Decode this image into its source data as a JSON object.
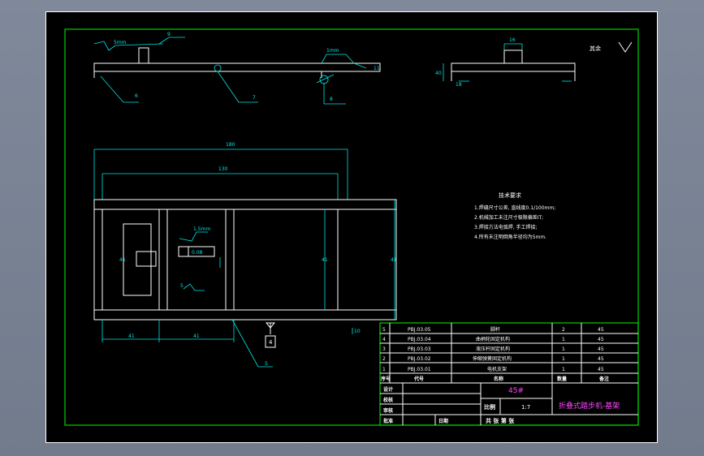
{
  "drawing": {
    "surface_note": "其余",
    "title_block": {
      "material": "45#",
      "designer_label": "设计",
      "checker_label": "校核",
      "reviewer_label": "审核",
      "approver_label": "批准",
      "date_label": "日期",
      "scale_label": "比例",
      "scale_value": "1:7",
      "sheet_label": "共  张  第  张",
      "drawing_title": "折叠式踏步机-基架"
    },
    "parts_list": {
      "headers": [
        "序号",
        "代号",
        "名称",
        "数量",
        "备注"
      ],
      "rows": [
        {
          "no": "5",
          "code": "PBJ.03.05",
          "name": "脚杆",
          "qty": "2",
          "note": "45"
        },
        {
          "no": "4",
          "code": "PBJ.03.04",
          "name": "曲柄轮固定机构",
          "qty": "1",
          "note": "45"
        },
        {
          "no": "3",
          "code": "PBJ.03.03",
          "name": "液压杆固定机构",
          "qty": "1",
          "note": "45"
        },
        {
          "no": "2",
          "code": "PBJ.03.02",
          "name": "伸缩弹簧固定机构",
          "qty": "1",
          "note": "45"
        },
        {
          "no": "1",
          "code": "PBJ.03.01",
          "name": "电机支架",
          "qty": "1",
          "note": "45"
        }
      ]
    },
    "tech_requirements": {
      "title": "技术要求",
      "items": [
        "1.焊缝尺寸公差, 直线度0.1/100mm;",
        "2.机械加工未注尺寸极限偏差IT;",
        "3.焊接方法电弧焊, 手工焊接;",
        "4.所有未注明倒角半径均为5mm."
      ]
    },
    "dimensions": {
      "overall_length": "180",
      "inner_length": "130",
      "front_thk": "6",
      "weld_size": "5mm",
      "weld_size_small": "1mm",
      "rib_dim": "1.5mm",
      "section_a": "41",
      "width_right": "41",
      "bottom_left": "41",
      "bottom_mid": "41",
      "bottom_right": "10",
      "height_dim": "41",
      "side_height": "40",
      "side_width": "16",
      "callout_weld": "5",
      "top_detail": "11",
      "side_dim": "18"
    },
    "balloons": [
      "4",
      "5",
      "6",
      "7",
      "8",
      "9"
    ],
    "tol_frame": "0.08"
  }
}
